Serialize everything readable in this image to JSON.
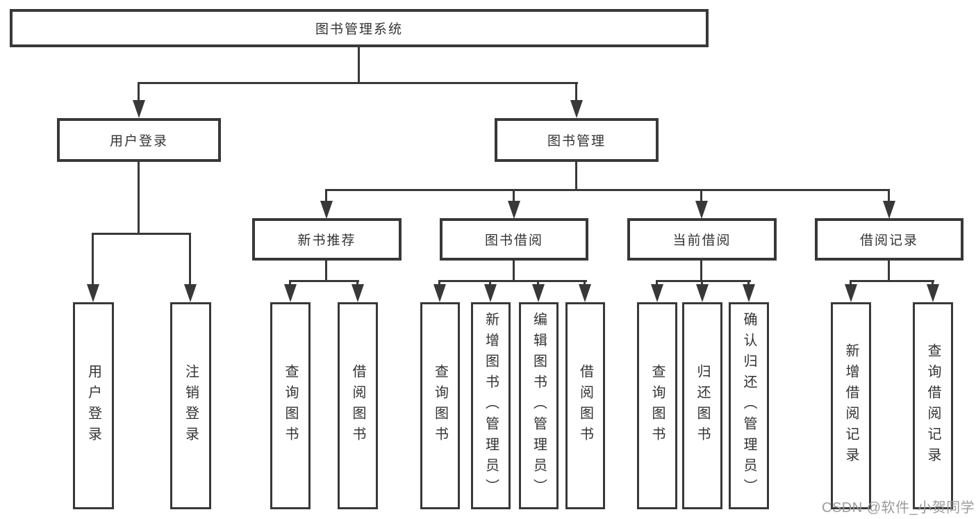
{
  "diagram": {
    "type": "hierarchy-tree",
    "nodes": {
      "root": "图书管理系统",
      "user_login": "用户登录",
      "book_mgmt": "图书管理",
      "new_book_rec": "新书推荐",
      "book_borrow": "图书借阅",
      "current_borrow": "当前借阅",
      "borrow_record": "借阅记录",
      "leaf_user_login": "用户登录",
      "leaf_logout": "注销登录",
      "leaf_nb_query": "查询图书",
      "leaf_nb_borrow": "借阅图书",
      "leaf_bb_query": "查询图书",
      "leaf_bb_add": "新增图书（管理员）",
      "leaf_bb_edit": "编辑图书（管理员）",
      "leaf_bb_borrow": "借阅图书",
      "leaf_cb_query": "查询图书",
      "leaf_cb_return": "归还图书",
      "leaf_cb_confirm": "确认归还（管理员）",
      "leaf_br_add": "新增借阅记录",
      "leaf_br_query": "查询借阅记录"
    },
    "tree": {
      "图书管理系统": {
        "用户登录": [
          "用户登录",
          "注销登录"
        ],
        "图书管理": {
          "新书推荐": [
            "查询图书",
            "借阅图书"
          ],
          "图书借阅": [
            "查询图书",
            "新增图书（管理员）",
            "编辑图书（管理员）",
            "借阅图书"
          ],
          "当前借阅": [
            "查询图书",
            "归还图书",
            "确认归还（管理员）"
          ],
          "借阅记录": [
            "新增借阅记录",
            "查询借阅记录"
          ]
        }
      }
    },
    "colors": {
      "line": "#383838",
      "box_border": "#383838",
      "text": "#333333",
      "watermark": "#9b9b9b",
      "background": "#ffffff"
    }
  },
  "watermark": {
    "text": "CSDN @软件_小贺同学"
  }
}
